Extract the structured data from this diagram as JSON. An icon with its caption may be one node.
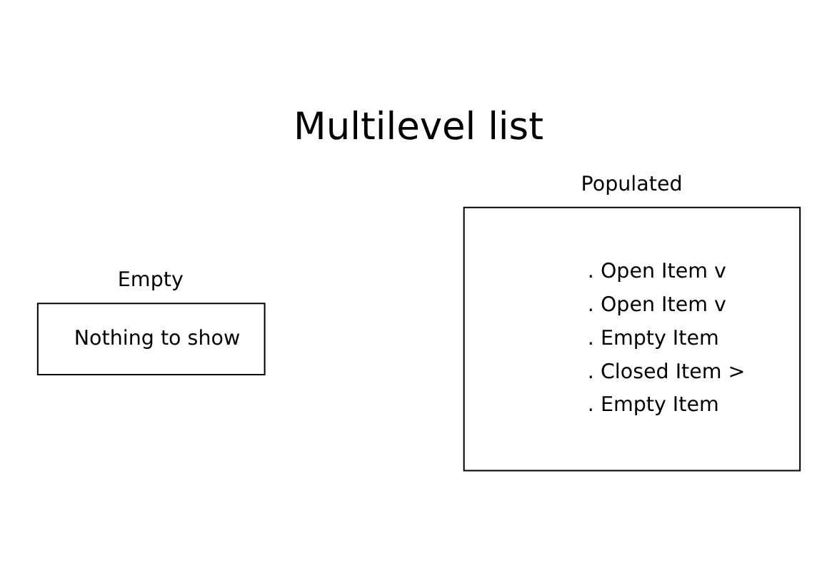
{
  "diagram": {
    "title": "Multilevel list",
    "nodes": [
      {
        "text": [
          "Empty",
          "Nothing to show"
        ]
      },
      {
        "text": [
          "Populated",
          ". Open Item v",
          ". Open Item v",
          ". Empty Item",
          ". Closed Item >",
          ". Empty Item"
        ]
      }
    ]
  }
}
